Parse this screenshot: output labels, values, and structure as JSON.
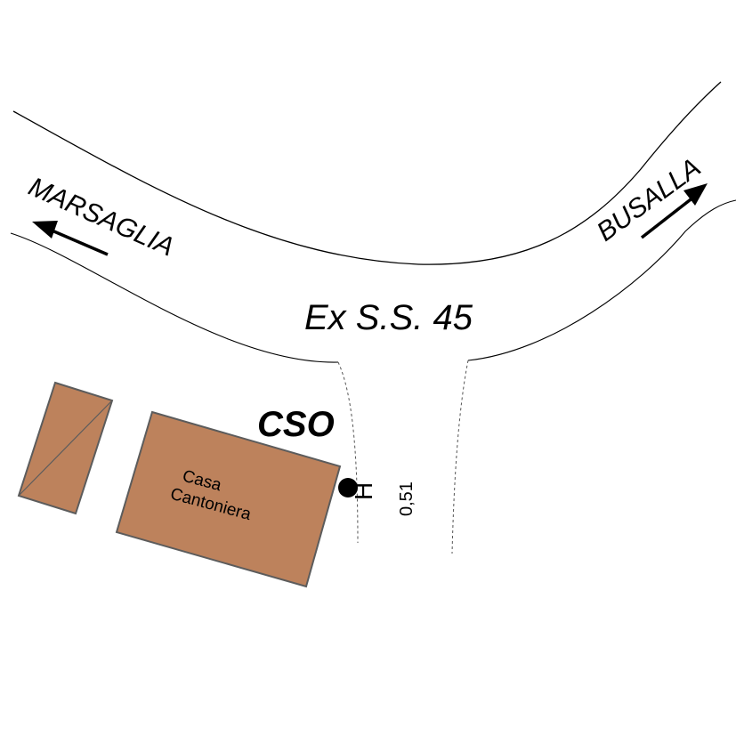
{
  "road": {
    "name": "Ex S.S. 45",
    "direction_left": "MARSAGLIA",
    "direction_right": "BUSALLA"
  },
  "site": {
    "code": "CSO",
    "measurement_symbol": "H",
    "measurement_value": "0,51"
  },
  "buildings": {
    "main_label_line1": "Casa",
    "main_label_line2": "Cantoniera"
  },
  "colors": {
    "building_fill": "#bd825c",
    "building_stroke": "#5c5c5c",
    "road_line": "#000000",
    "dashed_line": "#555555"
  }
}
